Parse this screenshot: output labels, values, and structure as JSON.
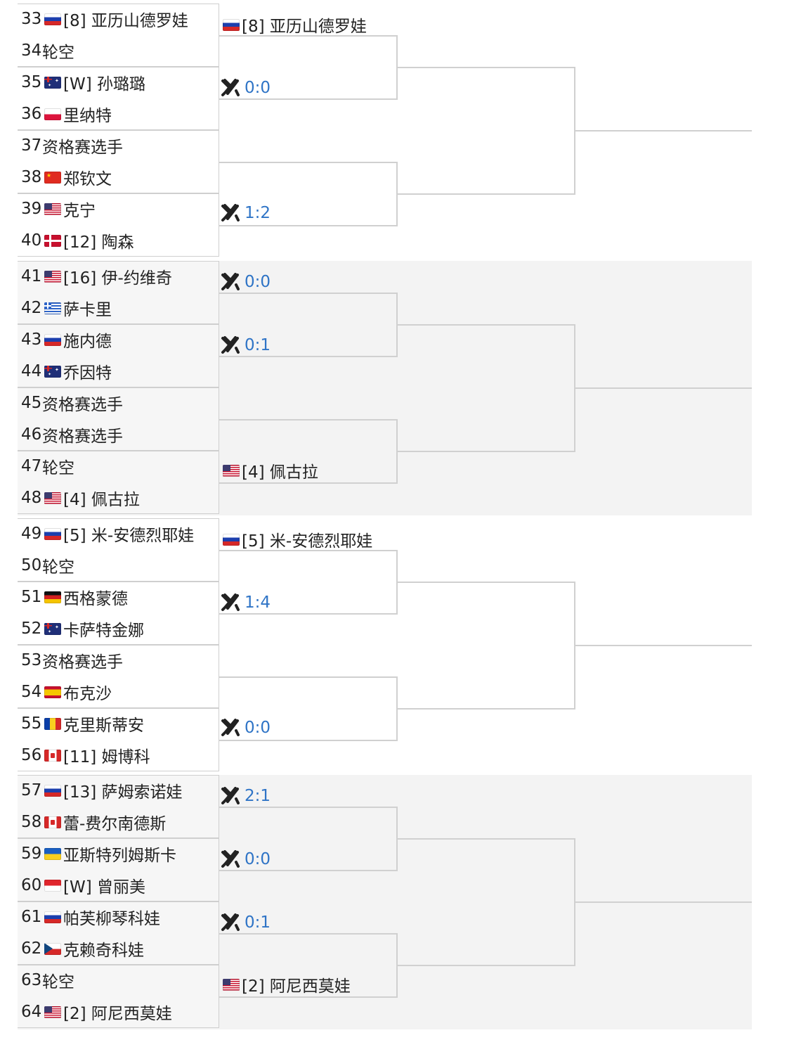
{
  "colors": {
    "score": "#2f74c6",
    "line": "#d0d0d0",
    "band_gray": "#f3f3f3"
  },
  "vs_icon": "crossed-rackets-icon",
  "round1": [
    {
      "num": "33",
      "flag": "russia",
      "name": "[8] 亚历山德罗娃"
    },
    {
      "num": "34",
      "flag": "none",
      "name": "轮空"
    },
    {
      "num": "35",
      "flag": "new-zealand",
      "name": "[W] 孙璐璐"
    },
    {
      "num": "36",
      "flag": "poland",
      "name": "里纳特"
    },
    {
      "num": "37",
      "flag": "none",
      "name": "资格赛选手"
    },
    {
      "num": "38",
      "flag": "china",
      "name": "郑钦文"
    },
    {
      "num": "39",
      "flag": "usa",
      "name": "克宁"
    },
    {
      "num": "40",
      "flag": "denmark",
      "name": "[12] 陶森"
    },
    {
      "num": "41",
      "flag": "usa",
      "name": "[16] 伊-约维奇"
    },
    {
      "num": "42",
      "flag": "greece",
      "name": "萨卡里"
    },
    {
      "num": "43",
      "flag": "russia",
      "name": "施内德"
    },
    {
      "num": "44",
      "flag": "australia",
      "name": "乔因特"
    },
    {
      "num": "45",
      "flag": "none",
      "name": "资格赛选手"
    },
    {
      "num": "46",
      "flag": "none",
      "name": "资格赛选手"
    },
    {
      "num": "47",
      "flag": "none",
      "name": "轮空"
    },
    {
      "num": "48",
      "flag": "usa",
      "name": "[4] 佩古拉"
    },
    {
      "num": "49",
      "flag": "russia",
      "name": "[5] 米-安德烈耶娃"
    },
    {
      "num": "50",
      "flag": "none",
      "name": "轮空"
    },
    {
      "num": "51",
      "flag": "germany",
      "name": "西格蒙德"
    },
    {
      "num": "52",
      "flag": "australia",
      "name": "卡萨特金娜"
    },
    {
      "num": "53",
      "flag": "none",
      "name": "资格赛选手"
    },
    {
      "num": "54",
      "flag": "spain",
      "name": "布克沙"
    },
    {
      "num": "55",
      "flag": "romania",
      "name": "克里斯蒂安"
    },
    {
      "num": "56",
      "flag": "canada",
      "name": "[11] 姆博科"
    },
    {
      "num": "57",
      "flag": "russia",
      "name": "[13] 萨姆索诺娃"
    },
    {
      "num": "58",
      "flag": "canada",
      "name": "蕾-费尔南德斯"
    },
    {
      "num": "59",
      "flag": "ukraine",
      "name": "亚斯特列姆斯卡"
    },
    {
      "num": "60",
      "flag": "indonesia",
      "name": "[W] 曾丽美"
    },
    {
      "num": "61",
      "flag": "russia",
      "name": "帕芙柳琴科娃"
    },
    {
      "num": "62",
      "flag": "czech",
      "name": "克赖奇科娃"
    },
    {
      "num": "63",
      "flag": "none",
      "name": "轮空"
    },
    {
      "num": "64",
      "flag": "usa",
      "name": "[2] 阿尼西莫娃"
    }
  ],
  "round2": [
    {
      "type": "player",
      "flag": "russia",
      "name": "[8] 亚历山德罗娃"
    },
    {
      "type": "score",
      "score": "0:0"
    },
    {
      "type": "empty"
    },
    {
      "type": "score",
      "score": "1:2"
    },
    {
      "type": "score",
      "score": "0:0"
    },
    {
      "type": "score",
      "score": "0:1"
    },
    {
      "type": "empty"
    },
    {
      "type": "player",
      "flag": "usa",
      "name": "[4] 佩古拉"
    },
    {
      "type": "player",
      "flag": "russia",
      "name": "[5] 米-安德烈耶娃"
    },
    {
      "type": "score",
      "score": "1:4"
    },
    {
      "type": "empty"
    },
    {
      "type": "score",
      "score": "0:0"
    },
    {
      "type": "score",
      "score": "2:1"
    },
    {
      "type": "score",
      "score": "0:0"
    },
    {
      "type": "score",
      "score": "0:1"
    },
    {
      "type": "player",
      "flag": "usa",
      "name": "[2] 阿尼西莫娃"
    }
  ]
}
